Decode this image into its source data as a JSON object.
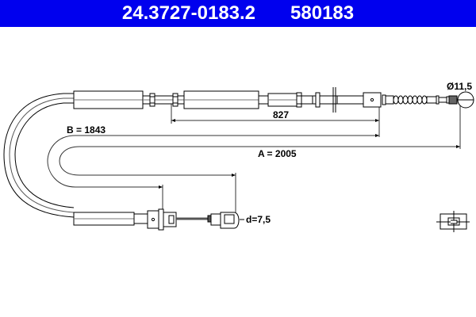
{
  "header": {
    "part_number": "24.3727-0183.2",
    "ref_number": "580183",
    "background_color": "#0000ee",
    "text_color": "#ffffff"
  },
  "dimensions": {
    "a_label": "A = 2005",
    "b_label": "B = 1843",
    "segment_label": "827",
    "end_diameter_label": "Ø11,5",
    "nipple_diameter_label": "d=7,5"
  },
  "icons": {
    "brake_type_symbol": "disc-brake-caliper-icon"
  }
}
